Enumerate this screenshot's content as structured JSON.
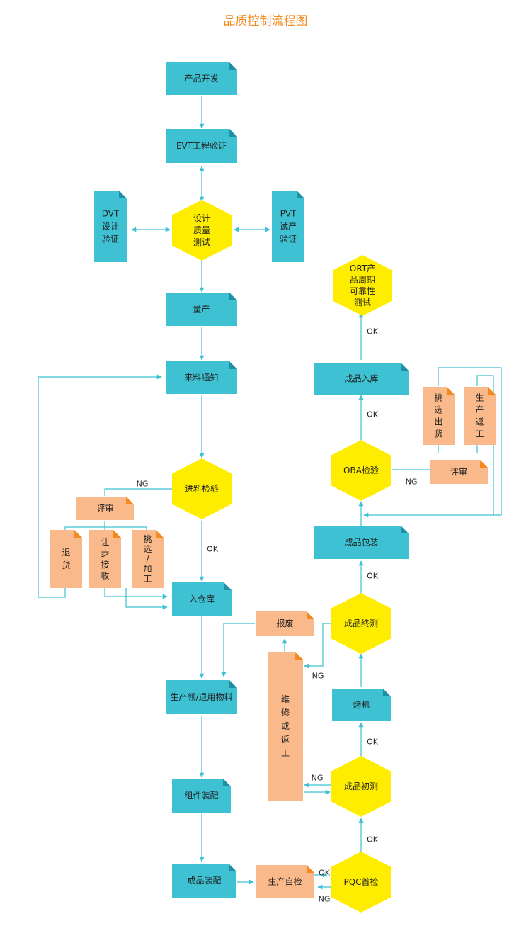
{
  "title": "品质控制流程图",
  "colors": {
    "doc": "#3ec1d3",
    "doc_fold": "#1f8fa5",
    "decision": "#ffed00",
    "review": "#f9b98a",
    "review_fold": "#f28a1f",
    "line": "#3ec1d3",
    "title": "#f28a1f"
  },
  "nodes": {
    "product_dev": "产品开发",
    "evt": "EVT工程验证",
    "design_test": [
      "设计",
      "质量",
      "测试"
    ],
    "dvt": [
      "DVT",
      "设计",
      "验证"
    ],
    "pvt": [
      "PVT",
      "试产",
      "验证"
    ],
    "mass_prod": "量产",
    "material_notice": "来料通知",
    "incoming_inspection": "进料检验",
    "review_left": "评审",
    "return_goods": [
      "退",
      "货"
    ],
    "concession": [
      "让",
      "步",
      "接",
      "收"
    ],
    "sort_process": [
      "挑",
      "选",
      "/",
      "加",
      "工"
    ],
    "warehouse_in": "入仓库",
    "material_issue": "生产领/退用物料",
    "component_assembly": "组件装配",
    "product_assembly": "成品装配",
    "self_check": "生产自检",
    "pqc": "PQC首检",
    "initial_test": "成品初测",
    "repair": [
      "维",
      "修",
      "或",
      "返",
      "工"
    ],
    "scrap": "报废",
    "burn_in": "烤机",
    "final_test": "成品终测",
    "packaging": "成品包装",
    "oba": "OBA检验",
    "review_right": "评审",
    "sort_ship": [
      "挑",
      "选",
      "出",
      "货"
    ],
    "rework": [
      "生",
      "产",
      "返",
      "工"
    ],
    "fg_warehouse": "成品入库",
    "ort": [
      "ORT产",
      "品周期",
      "可靠性",
      "测试"
    ]
  },
  "edge_labels": {
    "ng_incoming": "NG",
    "ok_incoming": "OK",
    "ok_pqc_self": "OK",
    "ng_pqc_self": "NG",
    "ok_pqc": "OK",
    "ng_initial": "NG",
    "ok_initial": "OK",
    "ng_final": "NG",
    "ok_final": "OK",
    "ng_oba": "NG",
    "ok_oba": "OK",
    "ok_fg": "OK"
  }
}
